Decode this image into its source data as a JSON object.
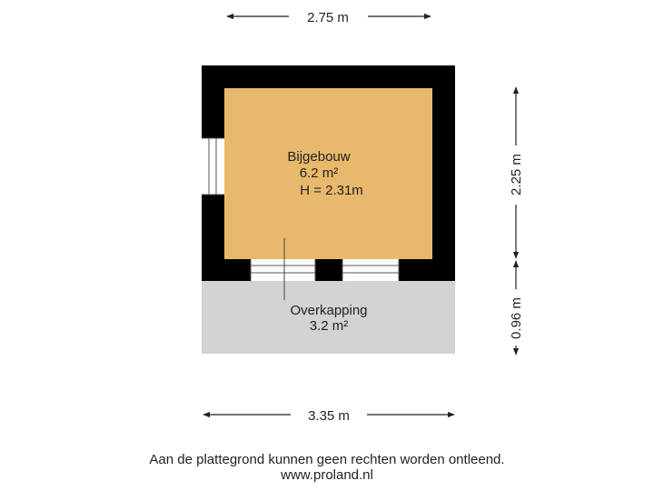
{
  "dimensions": {
    "top_width": "2.75 m",
    "bottom_width": "3.35 m",
    "right_upper_height": "2.25 m",
    "right_lower_height": "0.96 m"
  },
  "rooms": {
    "bijgebouw": {
      "name": "Bijgebouw",
      "area": "6.2 m²",
      "height": "H = 2.31m"
    },
    "overkapping": {
      "name": "Overkapping",
      "area": "3.2 m²"
    }
  },
  "footer": {
    "disclaimer": "Aan de plattegrond kunnen geen rechten worden ontleend.",
    "website": "www.proland.nl"
  },
  "colors": {
    "room_fill": "#e8b96c",
    "wall": "#000000",
    "overkapping_fill": "#d3d3d3",
    "dimension_line": "#222222"
  }
}
